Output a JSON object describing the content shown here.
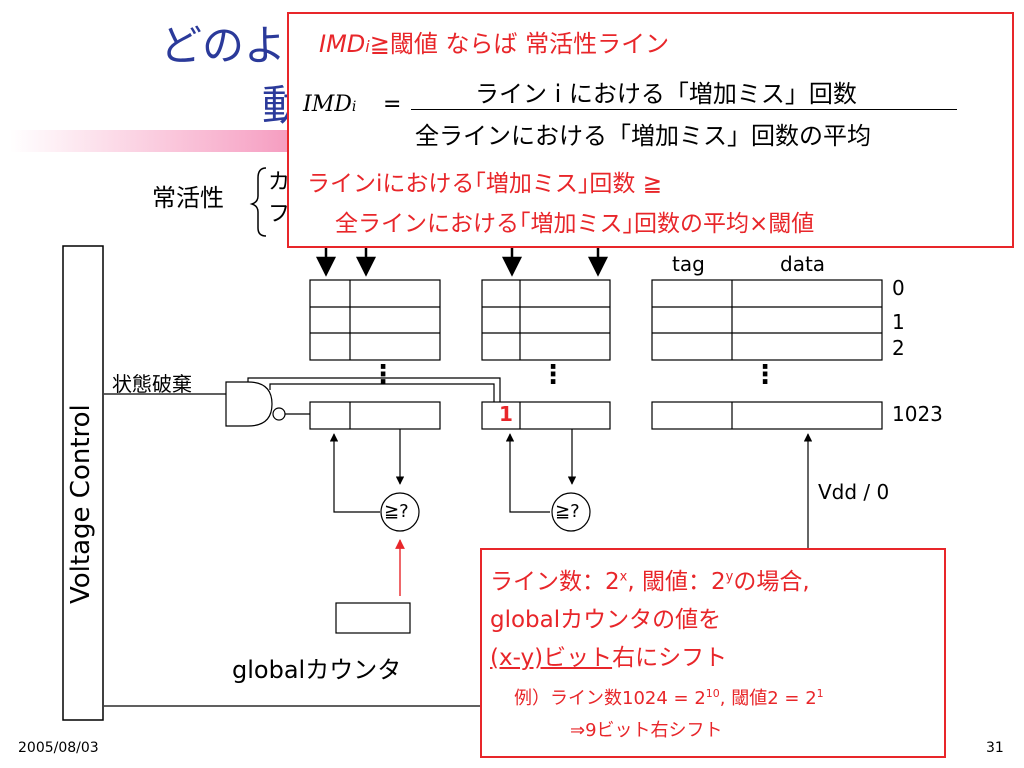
{
  "title": {
    "line1": "どのように",
    "line2": "動"
  },
  "activity": {
    "label": "常活性",
    "item1": "カ",
    "item2": "フ"
  },
  "imd_box": {
    "heading_var": "IMD",
    "heading_sub": "i",
    "heading_rest": "≧閾値  ならば  常活性ライン",
    "formula_lhs": "IMD",
    "formula_lhs_sub": "i",
    "formula_eq": "=",
    "formula_num": "ライン i における「増加ミス」回数",
    "formula_den": "全ラインにおける「増加ミス」回数の平均",
    "rule_line1": "ラインiにおける｢増加ミス｣回数  ≧",
    "rule_line2": "全ラインにおける｢増加ミス｣回数の平均×閾値"
  },
  "cache": {
    "tag_label": "tag",
    "data_label": "data",
    "index_0": "0",
    "index_1": "1",
    "index_2": "2",
    "index_last": "1023",
    "dots": "⋮",
    "marked_bit": "1",
    "compare_label": "≧?"
  },
  "labels": {
    "voltage_control": "Voltage Control",
    "state_destroy": "状態破棄",
    "vdd": "Vdd / 0",
    "global_counter": "globalカウンタ"
  },
  "shift_box": {
    "line1": "ライン数：2",
    "line1_sup": "x",
    "line1_mid": ", 閾値：2",
    "line1_sup2": "y",
    "line1_end": "の場合,",
    "line2": "globalカウンタの値を",
    "line3_underline": "(x-y)ビット",
    "line3_rest": "右にシフト",
    "example_pre": "例）ライン数1024 = 2",
    "example_sup1": "10",
    "example_mid": ", 閾値2 = 2",
    "example_sup2": "1",
    "example_line2": "⇒9ビット右シフト"
  },
  "footer": {
    "date": "2005/08/03",
    "page": "31"
  },
  "colors": {
    "title": "#2b3a9a",
    "accent": "#e8262a",
    "bar": "#e8336d"
  }
}
